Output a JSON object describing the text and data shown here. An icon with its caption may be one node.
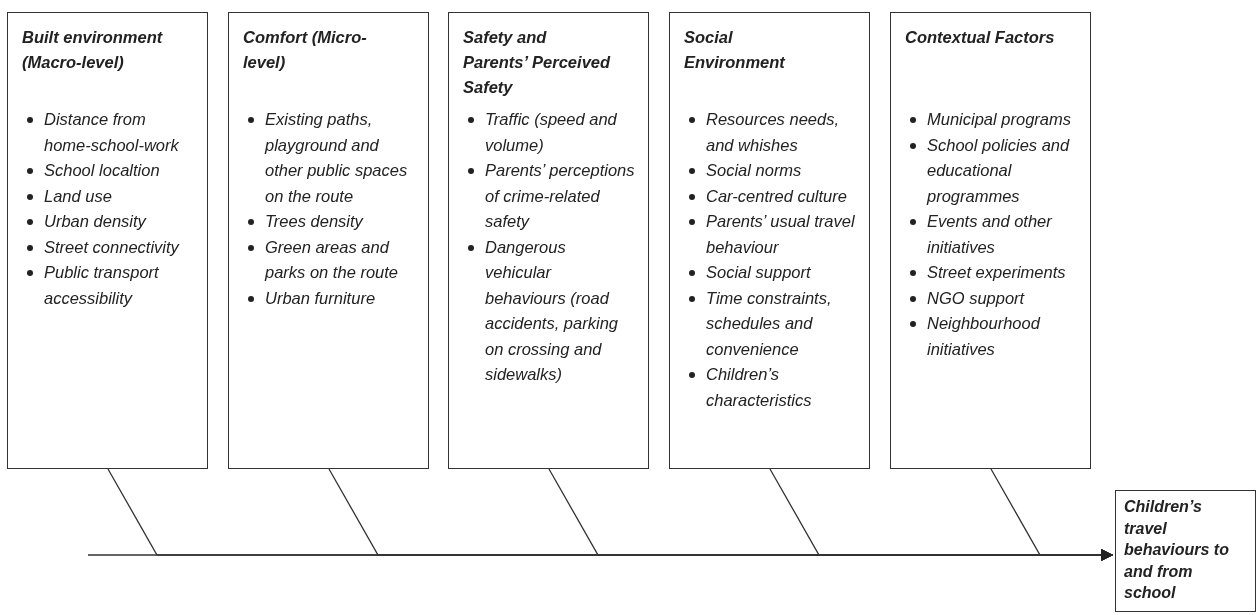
{
  "diagram": {
    "nodes": [
      {
        "text": [
          "Built environment (Macro-level)",
          "Distance from home-school-work",
          "School localtion",
          "Land use",
          "Urban density",
          "Street connectivity",
          "Public transport accessibility"
        ]
      },
      {
        "text": [
          "Comfort (Micro-level)",
          "Existing paths, playground and other public spaces on the route",
          "Trees density",
          "Green areas and parks on the route",
          "Urban furniture"
        ]
      },
      {
        "text": [
          "Safety and Parents’ Perceived Safety",
          "Traffic (speed and volume)",
          "Parents’ perceptions of crime-related safety",
          "Dangerous vehicular behaviours (road accidents, parking on crossing and sidewalks)"
        ]
      },
      {
        "text": [
          "Social Environment",
          "Resources needs, and whishes",
          "Social norms",
          "Car-centred culture",
          "Parents’ usual travel behaviour",
          "Social support",
          "Time constraints, schedules and convenience",
          "Children’s characteristics"
        ]
      },
      {
        "text": [
          "Contextual Factors",
          "Municipal programs",
          "School policies and educational programmes",
          "Events and other initiatives",
          "Street experiments",
          "NGO support",
          "Neighbourhood initiatives"
        ]
      },
      {
        "text": [
          "Children’s travel behaviours to and from school"
        ]
      }
    ],
    "edges": [
      {
        "from": 0,
        "to": 5,
        "arrow": "to"
      },
      {
        "from": 1,
        "to": 5,
        "arrow": "to"
      },
      {
        "from": 2,
        "to": 5,
        "arrow": "to"
      },
      {
        "from": 3,
        "to": 5,
        "arrow": "to"
      },
      {
        "from": 4,
        "to": 5,
        "arrow": "to"
      },
      {
        "from": null,
        "to": 5,
        "arrow": "to"
      }
    ]
  }
}
